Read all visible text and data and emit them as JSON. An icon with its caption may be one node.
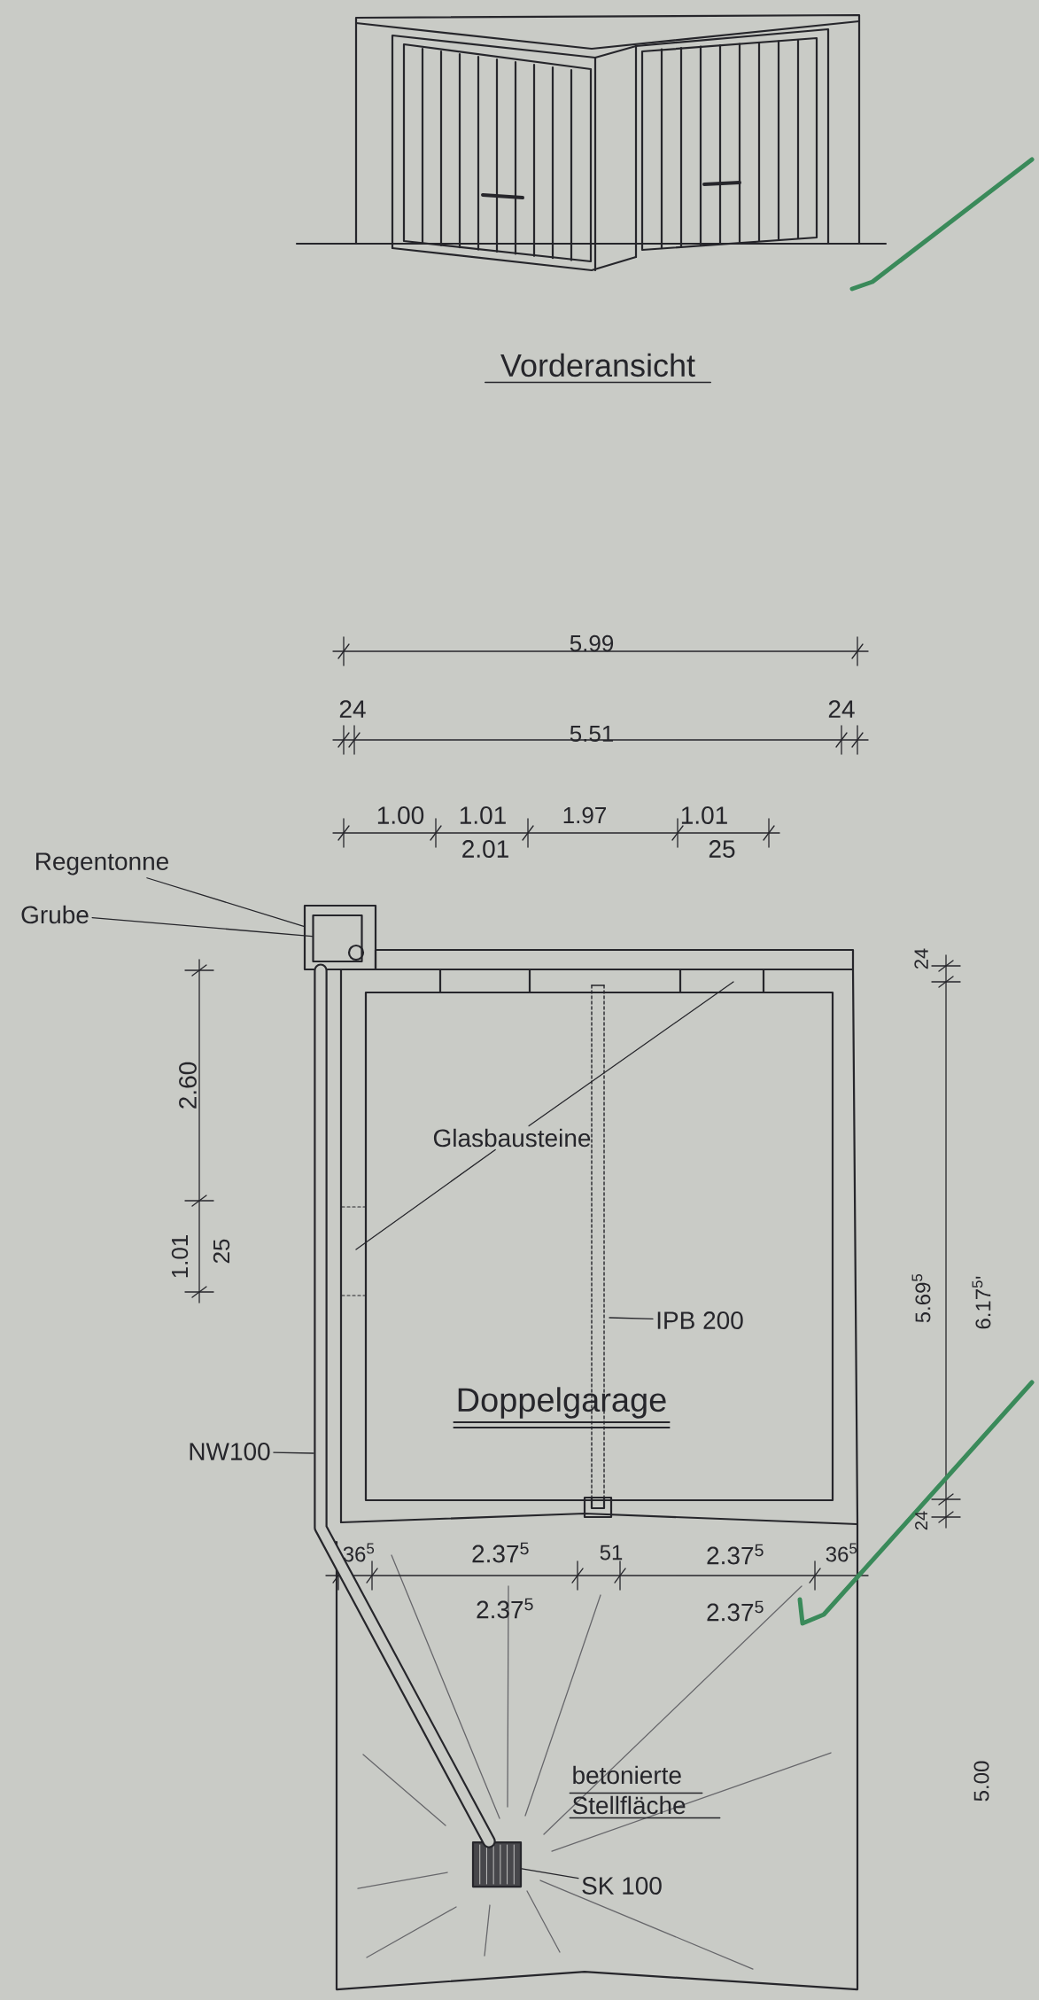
{
  "diagram": {
    "nodes": [
      {
        "text": [
          "Regentonne"
        ]
      },
      {
        "text": [
          "Grube"
        ]
      },
      {
        "text": [],
        "shape": "box"
      },
      {
        "text": [],
        "shape": "box",
        "in": 2
      },
      {
        "text": [
          "Glasbausteine"
        ]
      },
      {
        "text": [
          "IPB 200"
        ]
      },
      {
        "text": [
          "NW100"
        ]
      },
      {
        "text": [
          "SK 100"
        ]
      },
      {
        "text": [],
        "shape": "box"
      }
    ],
    "edges": [
      {
        "from": 0,
        "to": 2,
        "arrow": "none"
      },
      {
        "from": 1,
        "to": 3,
        "arrow": "none"
      },
      {
        "from": 4,
        "to": null,
        "arrow": "none"
      },
      {
        "from": 4,
        "to": null,
        "arrow": "none"
      },
      {
        "from": 5,
        "to": null,
        "arrow": "none"
      },
      {
        "from": 6,
        "to": null,
        "arrow": "none"
      },
      {
        "from": 7,
        "to": 8,
        "arrow": "none"
      },
      {
        "from": 2,
        "to": 8,
        "arrow": "none",
        "style": "thick"
      }
    ],
    "labels": [
      "Vorderansicht",
      "5.99",
      "24",
      "5.51",
      "24",
      "1.00",
      "1.01",
      "2.01",
      "1.97",
      "1.01",
      "25",
      "2.60",
      "1.01",
      "25",
      "24",
      "5.69$^{5}$",
      "6.17$^{5}$'",
      "Doppelgarage",
      "24",
      "36$^{5}$",
      "2.37$^{5}$",
      "51",
      "2.37$^{5}$",
      "36$^{5}$",
      "2.37$^{5}$",
      "2.37$^{5}$",
      "betonierte Stellfläche",
      "5.00"
    ]
  }
}
